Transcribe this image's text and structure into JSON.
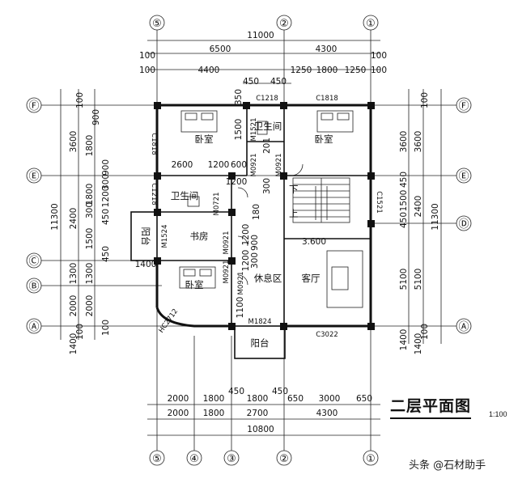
{
  "title": "二层平面图",
  "scale": "1:100",
  "watermark": "头条 @石材助手",
  "axes": {
    "vertical": [
      "⑤",
      "④",
      "③",
      "②",
      "①"
    ],
    "horizontal": [
      "Ⓐ",
      "Ⓑ",
      "Ⓒ",
      "Ⓓ",
      "Ⓔ",
      "Ⓕ"
    ]
  },
  "dims_top": {
    "overall": "11000",
    "row2": [
      "100",
      "6500",
      "4300",
      "100"
    ],
    "row3": [
      "100",
      "4400",
      "1250",
      "1800",
      "1250",
      "100"
    ],
    "row4": [
      "450",
      "450"
    ]
  },
  "dims_bottom": {
    "row1": [
      "2000",
      "1800",
      "450",
      "1800",
      "450",
      "650",
      "3000",
      "650"
    ],
    "row2": [
      "2000",
      "1800",
      "2700",
      "4300"
    ],
    "overall": "10800"
  },
  "dims_left": {
    "overall": "11300",
    "outer": [
      "100",
      "3600",
      "2400",
      "1300",
      "2000",
      "1400",
      "100"
    ],
    "inner": [
      "900",
      "1800",
      "900",
      "300",
      "1200",
      "1800",
      "300",
      "450",
      "1500",
      "450",
      "1300",
      "2000",
      "100"
    ]
  },
  "dims_right": {
    "overall": "11300",
    "outer": [
      "100",
      "3600",
      "2400",
      "5100",
      "1400",
      "100"
    ],
    "inner": [
      "3600",
      "450",
      "1500",
      "450",
      "5100",
      "1400"
    ]
  },
  "interior_dims": [
    "2600",
    "1200",
    "600",
    "1500",
    "350",
    "1200",
    "300",
    "180",
    "300",
    "900",
    "1200",
    "1100",
    "1400",
    "1200",
    "3.600",
    "201"
  ],
  "rooms": {
    "bedroom_nw": "卧室",
    "bedroom_ne": "卧室",
    "bathroom_n": "卫生间",
    "bathroom_w": "卫生间",
    "study": "书房",
    "balcony_w": "阳台",
    "bedroom_sw": "卧室",
    "lounge": "休息区",
    "living": "客厅",
    "balcony_s": "阳台",
    "stair_down": "下",
    "stair_up": "上"
  },
  "codes": [
    "C1218",
    "C1818",
    "M1521",
    "C1818",
    "M0921",
    "M0921",
    "C1218",
    "M0721",
    "C1521",
    "M1524",
    "M0921",
    "M0921",
    "M0921",
    "HC2712",
    "M1824",
    "C3022"
  ]
}
